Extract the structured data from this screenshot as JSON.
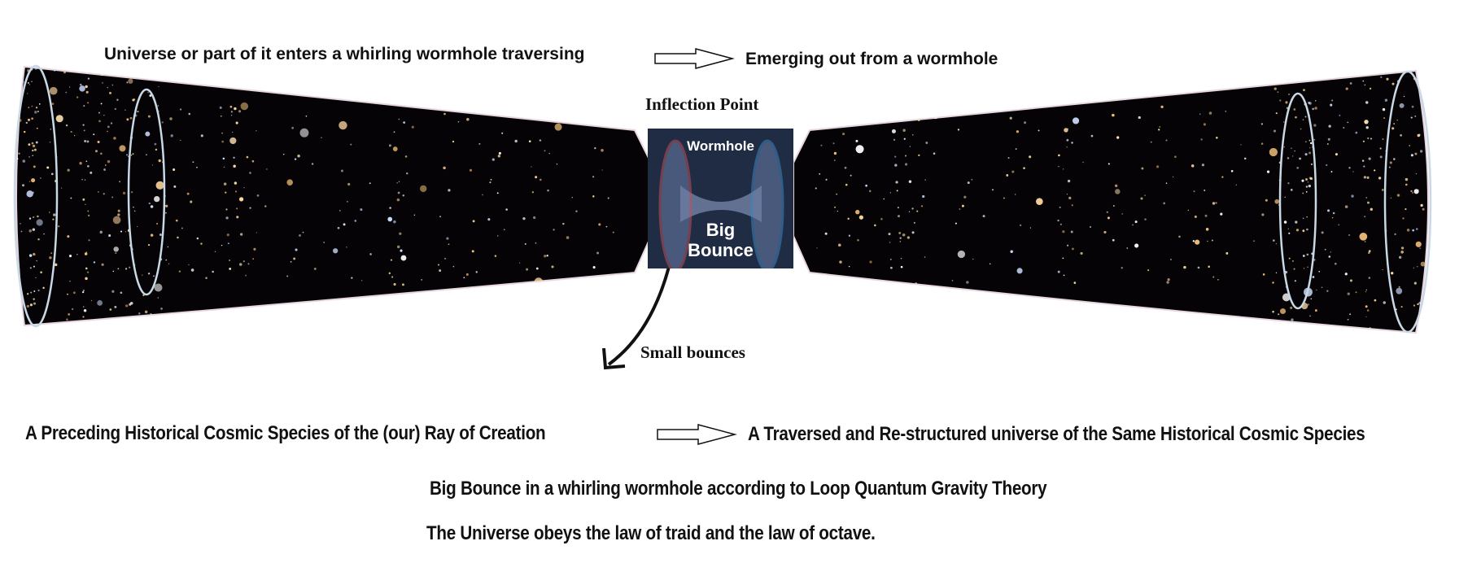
{
  "top": {
    "entering_label": "Universe or part of it enters a whirling wormhole traversing",
    "emerging_label": "Emerging out from a wormhole"
  },
  "center": {
    "inflection_label": "Inflection Point",
    "wormhole_label": "Wormhole",
    "big_bounce_label_1": "Big",
    "big_bounce_label_2": "Bounce",
    "small_bounces_label": "Small bounces"
  },
  "bottom": {
    "preceding_label": "A Preceding Historical Cosmic Species of the (our) Ray of Creation",
    "traversed_label": "A Traversed and Re-structured universe of the Same Historical Cosmic Species",
    "theory_label": "Big Bounce in a  whirling wormhole according to Loop Quantum Gravity Theory",
    "law_label": "The Universe obeys the law of traid and the law of octave."
  },
  "colors": {
    "space": "#050306",
    "wormhole_bg": "#1f2c44",
    "left_ring": "#c0525a",
    "right_ring": "#3f86c0"
  }
}
